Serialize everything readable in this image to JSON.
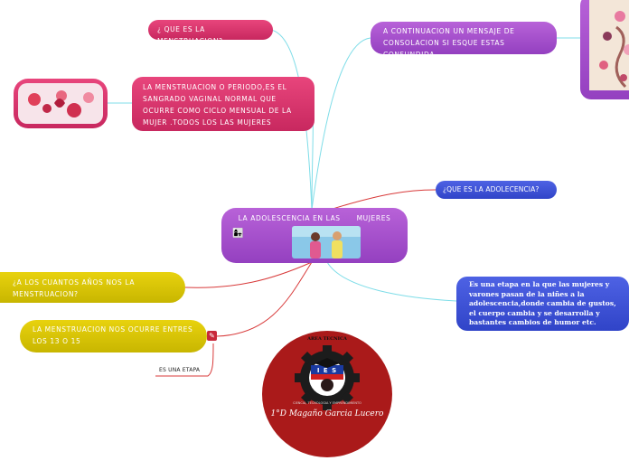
{
  "central": {
    "title": "LA ADOLESCENCIA EN LAS      MUJERES",
    "emoji": "👩‍👧"
  },
  "nodes": {
    "que_es_menstruacion": "¿ QUE ES LA MENSTRUACION?",
    "menstruacion_def": "LA MENSTRUACION O PERIODO,ES EL SANGRADO VAGINAL NORMAL QUE OCURRE COMO CICLO MENSUAL DE LA MUJER .TODOS LOS LAS MUJERES SANGRAN .",
    "mensaje_consolacion": "A CONTINUACION UN MENSAJE DE CONSOLACION SI ESQUE ESTAS CONFUNDIDA",
    "que_es_adolescencia": "¿QUE ES LA ADOLECENCIA?",
    "adolescencia_def": "Es una etapa en la que las mujeres y varones pasan de la niñes a la adolescencia,donde cambia de gustos, el cuerpo cambia y se desarrolla y bastantes cambios de humor etc.",
    "edad_menstruacion": "¿A LOS CUANTOS AÑOS NOS LA MENSTRUACION?",
    "edad_respuesta": "LA MENSTRUACION NOS OCURRE ENTRES LOS 13 O 15",
    "es_una_etapa": "ES UNA ETAPA"
  },
  "badge": {
    "top_text": "AREA TECNICA",
    "letters": "I E S",
    "bottom_text": "CIENCIA, TECNOLOGIA Y EMPRENDIMIENTO",
    "author": "1°D Magaño Garcia Lucero"
  },
  "colors": {
    "pink": "#d63068",
    "purple": "#a64fcf",
    "yellow": "#d6c200",
    "blue": "#3a4fd8",
    "link_cyan": "#7fdde8",
    "link_red": "#d83a3a",
    "badge_red": "#aa1a1a"
  }
}
